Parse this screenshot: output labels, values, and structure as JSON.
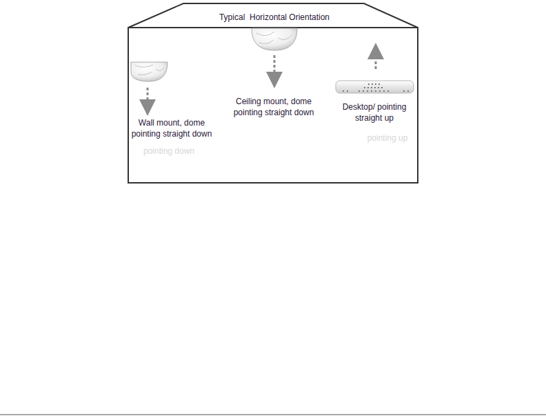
{
  "diagram": {
    "title": "Typical  Horizontal Orientation",
    "labels": [
      "Wall mount, dome pointing straight down",
      "pointing down",
      "Ceiling mount, dome pointing straight down",
      "Desktop/ pointing straight up",
      "pointing up"
    ]
  }
}
